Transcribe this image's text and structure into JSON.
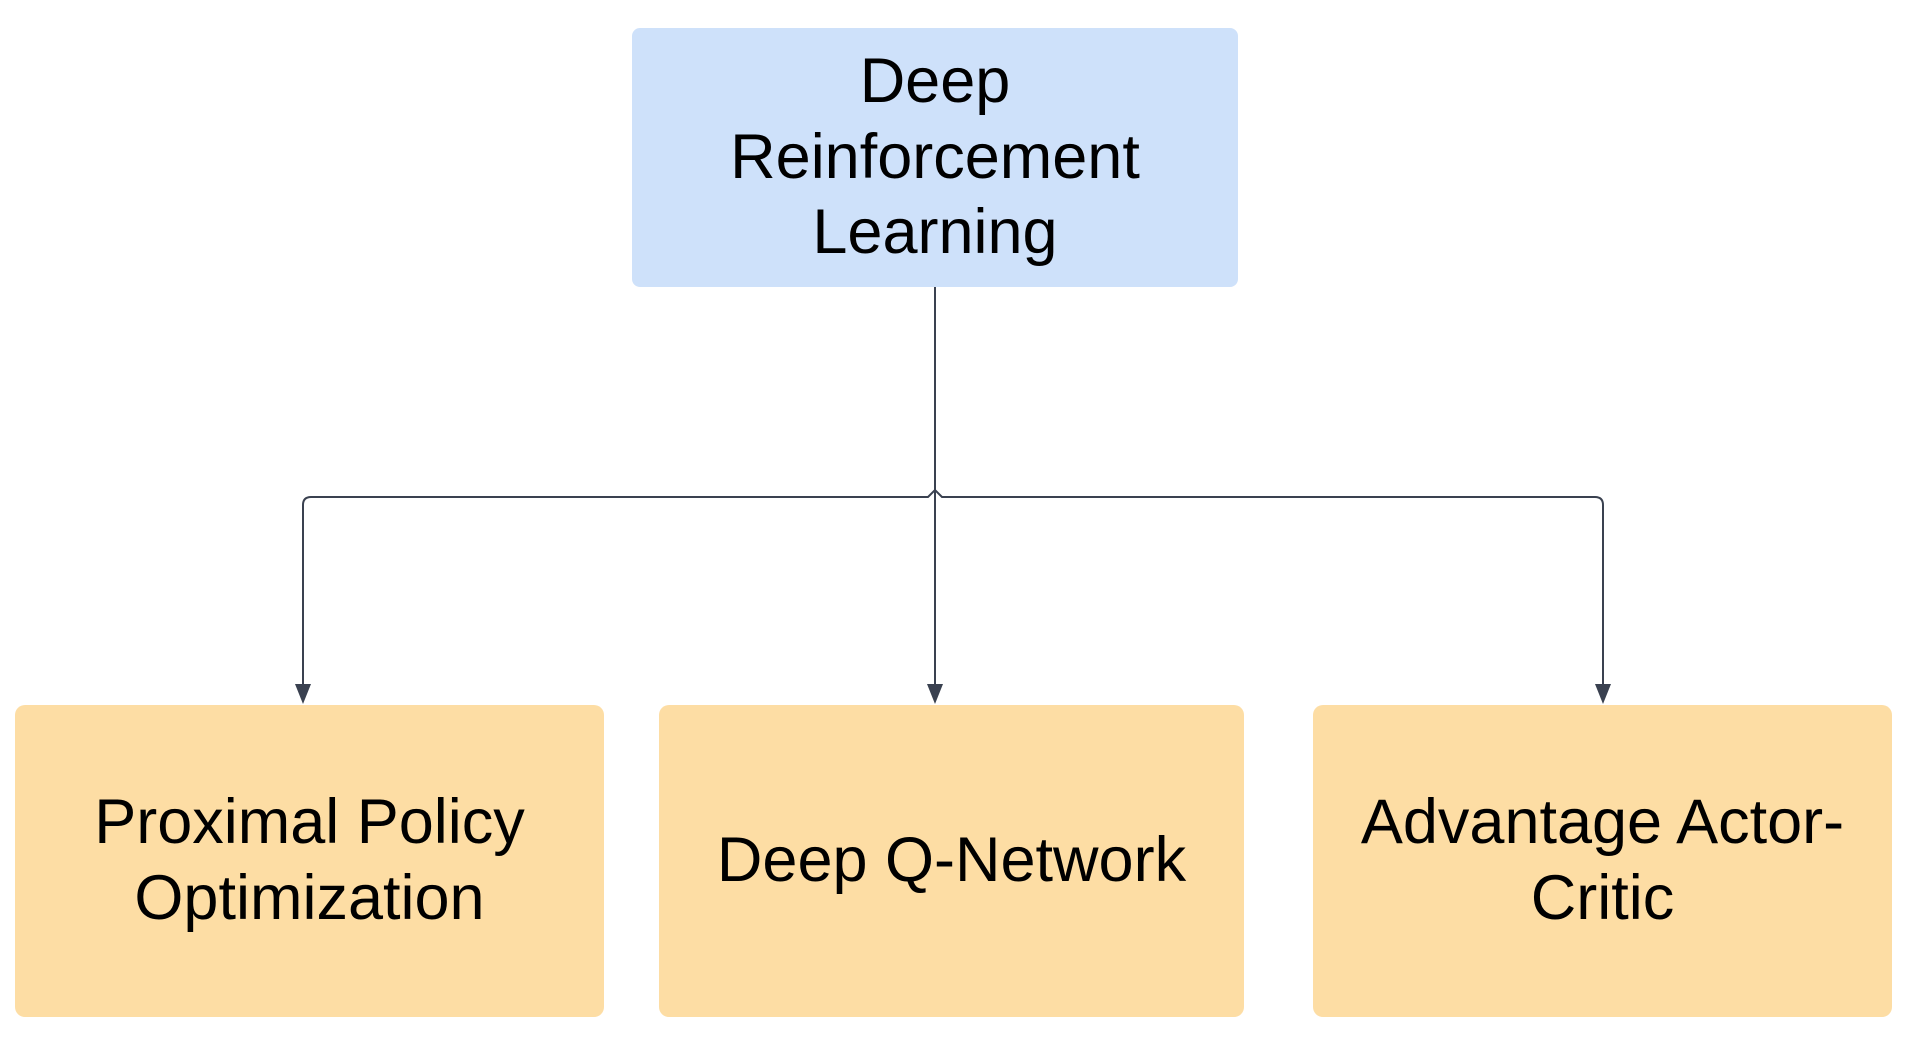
{
  "colors": {
    "background": "#ffffff",
    "parent_fill": "#cee1fa",
    "child_fill": "#fddda4",
    "connector": "#3a4150",
    "text": "#000000"
  },
  "diagram": {
    "type": "hierarchy-flowchart",
    "root": {
      "label": "Deep Reinforcement Learning"
    },
    "children": [
      {
        "label": "Proximal Policy Optimization"
      },
      {
        "label": "Deep Q-Network"
      },
      {
        "label": "Advantage Actor-Critic"
      }
    ]
  }
}
